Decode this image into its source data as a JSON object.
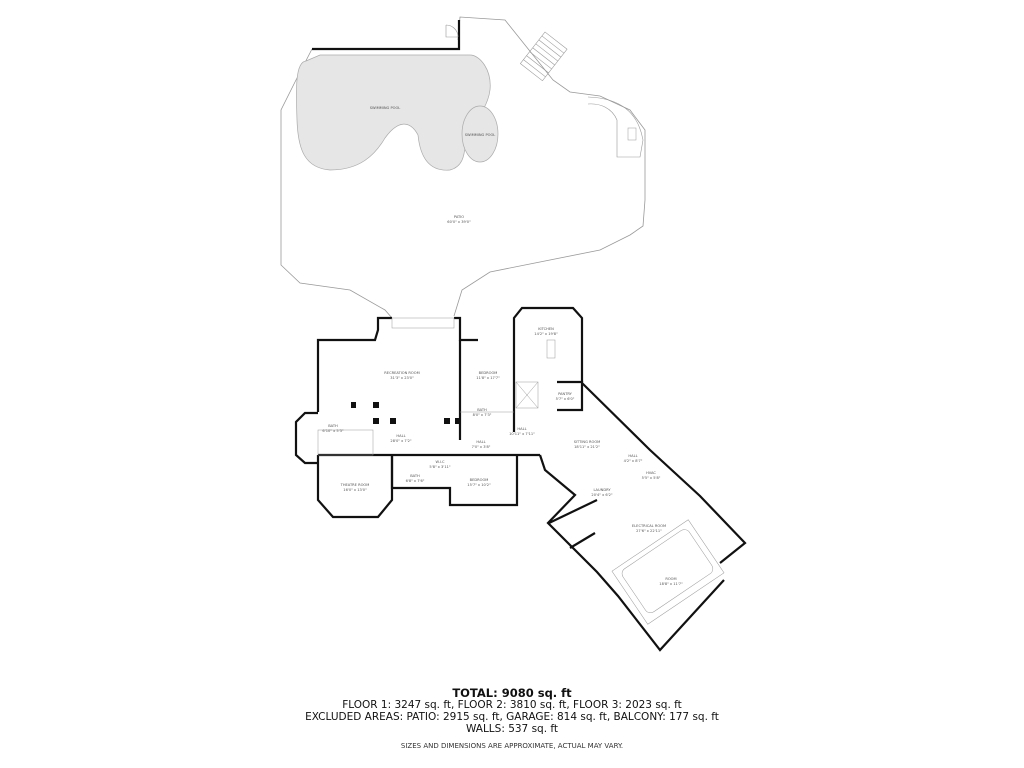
{
  "summary": {
    "total": "TOTAL: 9080 sq. ft",
    "floors_line": "FLOOR 1: 3247 sq. ft, FLOOR 2: 3810 sq. ft, FLOOR 3: 2023 sq. ft",
    "excluded_line": "EXCLUDED AREAS: PATIO: 2915 sq. ft, GARAGE: 814 sq. ft, BALCONY: 177 sq. ft",
    "walls_line": "WALLS: 537 sq. ft",
    "disclaimer": "SIZES AND DIMENSIONS ARE APPROXIMATE, ACTUAL MAY VARY."
  },
  "rooms": {
    "pool_main": {
      "name": "SWIMMING POOL"
    },
    "pool_small": {
      "name": "SWIMMING POOL"
    },
    "patio": {
      "name": "PATIO",
      "dims": "60'0\" x 39'0\""
    },
    "recreation": {
      "name": "RECREATION ROOM",
      "dims": "31'3\" x 23'0\""
    },
    "bedroom1": {
      "name": "BEDROOM",
      "dims": "11'8\" x 17'7\""
    },
    "kitchen": {
      "name": "KITCHEN",
      "dims": "14'2\" x 19'8\""
    },
    "pantry": {
      "name": "PANTRY",
      "dims": "5'7\" x 6'0\""
    },
    "bath1": {
      "name": "BATH",
      "dims": "8'0\" x 7'3\""
    },
    "bath_left": {
      "name": "BATH",
      "dims": "6'10\" x 5'3\""
    },
    "hall_main": {
      "name": "HALL",
      "dims": "28'0\" x 7'2\""
    },
    "hall_small": {
      "name": "HALL",
      "dims": "7'0\" x 3'8\""
    },
    "hall_center": {
      "name": "HALL",
      "dims": "10'11\" x 7'11\""
    },
    "sitting": {
      "name": "SITTING ROOM",
      "dims": "18'11\" x 21'2\""
    },
    "theatre": {
      "name": "THEATRE ROOM",
      "dims": "16'0\" x 13'0\""
    },
    "bath2": {
      "name": "BATH",
      "dims": "6'8\" x 7'6\""
    },
    "wic": {
      "name": "W.I.C",
      "dims": "5'8\" x 3'11\""
    },
    "bedroom2": {
      "name": "BEDROOM",
      "dims": "15'7\" x 10'2\""
    },
    "hall_ne": {
      "name": "HALL",
      "dims": "4'2\" x 8'7\""
    },
    "hvac": {
      "name": "HVAC",
      "dims": "5'5\" x 5'8\""
    },
    "laundry": {
      "name": "LAUNDRY",
      "dims": "20'4\" x 6'2\""
    },
    "electrical": {
      "name": "ELECTRICAL ROOM",
      "dims": "27'6\" x 22'11\""
    },
    "room": {
      "name": "ROOM",
      "dims": "18'8\" x 11'7\""
    }
  }
}
